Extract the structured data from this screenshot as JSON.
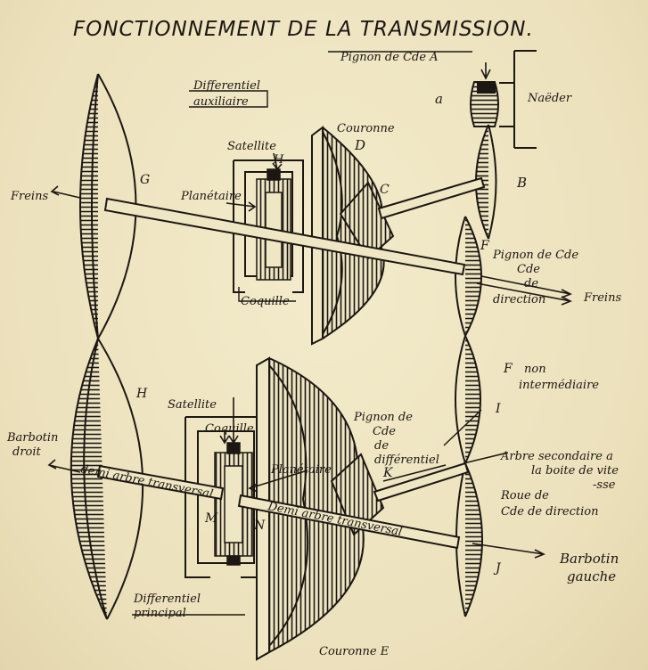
{
  "diagram": {
    "title": "FONCTIONNEMENT DE LA TRANSMISSION.",
    "labels": {
      "pignon_cde_a": "Pignon de Cde A",
      "a": "a",
      "naeder": "Naëder",
      "differentiel_auxiliaire_1": "Differentiel",
      "differentiel_auxiliaire_2": "auxiliaire",
      "couronne_top": "Couronne",
      "d": "D",
      "satellite_top": "Satellite",
      "h_small": "H",
      "g": "G",
      "freins_left": "Freins",
      "planetaire_top": "Planétaire",
      "c": "C",
      "b": "B",
      "coquille_top": "Coquille",
      "f": "F",
      "pignon_cde_direction_1": "Pignon de Cde",
      "pignon_cde_direction_2": "Cde",
      "pignon_cde_direction_3": "de",
      "pignon_cde_direction_4": "direction",
      "freins_right": "Freins",
      "f_non_1": "F",
      "f_non_2": "non",
      "intermediaire": "intermédiaire",
      "h": "H",
      "i": "I",
      "satellite_bottom": "Satellite",
      "barbotin_droit_1": "Barbotin",
      "barbotin_droit_2": "droit",
      "coquille_bottom": "Coquille",
      "pignon_cde_diff_1": "Pignon de",
      "pignon_cde_diff_2": "Cde",
      "pignon_cde_diff_3": "de",
      "pignon_cde_diff_4": "différentiel",
      "k": "K",
      "planetaire_bottom": "Planétaire",
      "demi_arbre_left": "demi arbre transversal",
      "arbre_secondaire_1": "Arbre secondaire a",
      "arbre_secondaire_2": "la boite de vite",
      "arbre_secondaire_3": "-sse",
      "m": "M",
      "n": "N",
      "demi_arbre_right": "Demi arbre transversal",
      "roue_1": "Roue de",
      "roue_2": "Cde de direction",
      "barbotin_gauche_1": "Barbotin",
      "barbotin_gauche_2": "gauche",
      "j": "J",
      "differentiel_principal_1": "Differentiel",
      "differentiel_principal_2": "principal",
      "couronne_e": "Couronne E"
    }
  }
}
